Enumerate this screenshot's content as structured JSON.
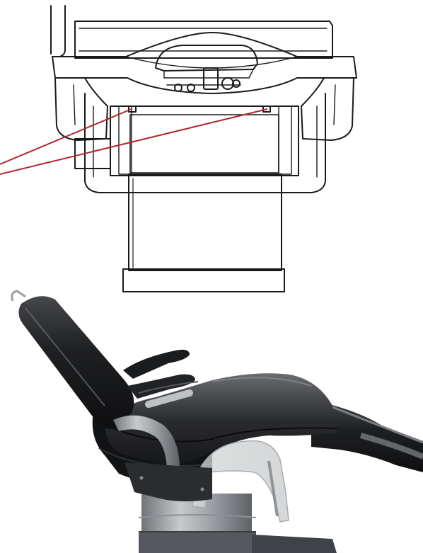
{
  "figure": {
    "top_panel": {
      "kind": "line-drawing",
      "subject": "chair-top-view-technical-drawing",
      "stroke_color": "#1a1a1a",
      "callout_line_color": "#b0282e"
    },
    "bottom_panel": {
      "kind": "product-photo",
      "subject": "reclining-exam-chair",
      "upholstery_color": "#1e1f21",
      "metal_color": "#a9adb1",
      "acrylic_guard_color": "#c9ccce"
    }
  }
}
